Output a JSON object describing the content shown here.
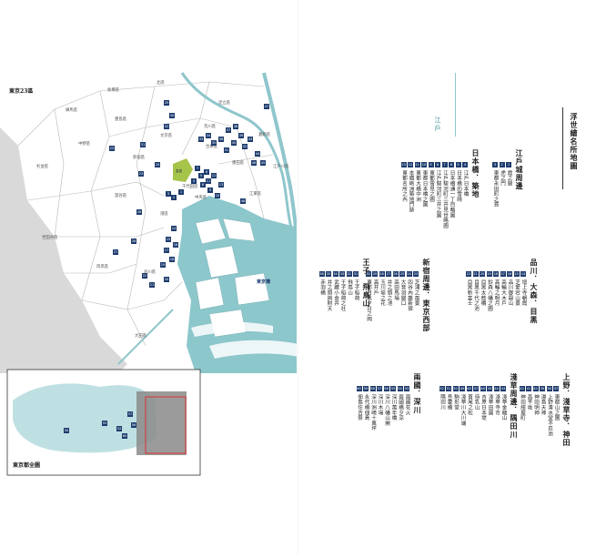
{
  "map": {
    "title": "東京23區",
    "bay_label": "東京灣",
    "inset_label": "東京都全圖",
    "wards": [
      "板橋區",
      "北區",
      "足立區",
      "葛飾區",
      "練馬區",
      "豐島區",
      "荒川區",
      "中野區",
      "文京區",
      "台東區",
      "杉並區",
      "新宿區",
      "墨田區",
      "澀谷區",
      "千代田區",
      "中央區",
      "江東區",
      "江戶川區",
      "世田谷區",
      "港區",
      "目黑區",
      "品川區",
      "大田區"
    ],
    "markers": [
      "1",
      "2",
      "3",
      "4",
      "5",
      "6",
      "7",
      "8",
      "9",
      "10",
      "11",
      "12",
      "13",
      "14",
      "15",
      "16",
      "17",
      "18",
      "19",
      "20",
      "21",
      "22",
      "23",
      "24",
      "25",
      "26",
      "27",
      "28",
      "29",
      "30",
      "31",
      "32",
      "33",
      "34",
      "35",
      "36",
      "37",
      "38",
      "39",
      "40",
      "41",
      "42",
      "43",
      "44",
      "45",
      "46",
      "47",
      "48"
    ],
    "inset_markers": [
      "50",
      "55",
      "52",
      "60",
      "56",
      "57"
    ],
    "palace_label": "皇居"
  },
  "right": {
    "page_title": "浮世繪名所地圖",
    "section_title": "江戶",
    "groups": [
      {
        "heading": "江戶城周邊",
        "numbers": [
          "1",
          "2",
          "3"
        ],
        "items": [
          "霞之關",
          "虎之門",
          "東都永田町之賞"
        ]
      },
      {
        "heading": "日本橋．築地",
        "numbers": [
          "4",
          "5",
          "6",
          "7",
          "8",
          "9",
          "10",
          "11",
          "12",
          "13"
        ],
        "items": [
          "江戶日本橋",
          "日本橋的雪晴",
          "日本橋通一丁目略圖",
          "江戶駿河町三井見世略圖",
          "江戶駿河町三井之圖",
          "東都雪見之圖",
          "東都日本橋之圖",
          "東都大橋中洲",
          "本鐵砲洲築地門跡",
          "東都名所之內"
        ]
      },
      {
        "heading": "品川．大森．目黑",
        "numbers": [
          "14",
          "15",
          "16",
          "17",
          "18",
          "19",
          "20",
          "21",
          "22"
        ],
        "items": [
          "增上寺朝霞",
          "芝愛宕山景",
          "品川御殿山",
          "高輪大木戶",
          "高輪之明月",
          "鈴森八幡之圖",
          "目黑太鼓橋",
          "目黑千代之池",
          "目黑新富士"
        ]
      },
      {
        "heading": "新宿周邊．東京西部",
        "numbers": [
          "23",
          "24",
          "25",
          "26",
          "27",
          "28",
          "29",
          "30"
        ],
        "items": [
          "芝浦之風景",
          "四谷內藤新宿",
          "大音羽關口",
          "高田馬場",
          "井之頭之池",
          "玉川堤之花",
          "高井戶",
          "東都目黑夕日之岡"
        ]
      },
      {
        "heading": "王子．飛鳥山",
        "numbers": [
          "31",
          "32",
          "33",
          "34",
          "35",
          "36"
        ],
        "items": [
          "王子稻荷",
          "飛鳥山",
          "王子稻荷之社",
          "武藏小金井",
          "井之頭辨財天",
          "赤羽橋"
        ]
      },
      {
        "heading": "上野．淺草寺．神田",
        "numbers": [
          "37",
          "38",
          "39",
          "40",
          "41",
          "42"
        ],
        "items": [
          "東叡山之圖",
          "上野清水堂不忍池",
          "湯島天神",
          "神田明神",
          "昌平坂",
          "神田紺屋町"
        ]
      },
      {
        "heading": "淺草周邊．隅田川",
        "numbers": [
          "43",
          "44",
          "45",
          "46",
          "47",
          "48",
          "49",
          "50",
          "51",
          "52"
        ],
        "items": [
          "淺草金龍山",
          "淺草寺市",
          "淺草田圃",
          "吉原日本堤",
          "待乳山",
          "首尾之松",
          "淺草川大川端",
          "駒形堂",
          "吾妻橋",
          "隅田川"
        ]
      },
      {
        "heading": "兩國．深川",
        "numbers": [
          "53",
          "54",
          "55",
          "56",
          "57",
          "58",
          "59",
          "60"
        ],
        "items": [
          "兩國花火",
          "兩國橋夕涼",
          "深川萬年橋",
          "深川八幡山開",
          "深川木場",
          "深川洲崎十萬坪",
          "永代橋佃島",
          "佃島住吉祭"
        ]
      }
    ]
  }
}
